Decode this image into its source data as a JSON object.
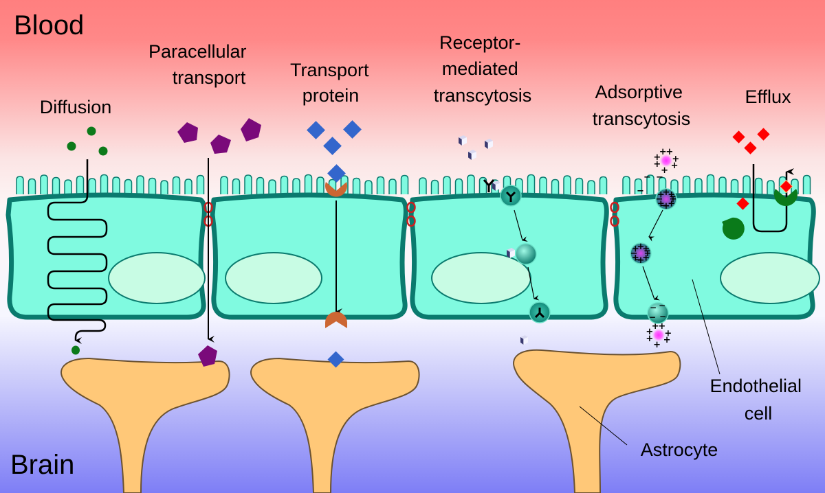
{
  "title": "Blood-brain barrier transport mechanisms",
  "regions": {
    "top": "Blood",
    "bottom": "Brain"
  },
  "mechanisms": [
    {
      "id": "diffusion",
      "label_lines": [
        "Diffusion"
      ],
      "molecule": "green-circle"
    },
    {
      "id": "paracellular",
      "label_lines": [
        "Paracellular",
        "transport"
      ],
      "molecule": "purple-pentagon"
    },
    {
      "id": "transport-protein",
      "label_lines": [
        "Transport",
        "protein"
      ],
      "molecule": "blue-diamond"
    },
    {
      "id": "receptor-mediated",
      "label_lines": [
        "Receptor-",
        "mediated",
        "transcytosis"
      ],
      "molecule": "navy-cube"
    },
    {
      "id": "adsorptive",
      "label_lines": [
        "Adsorptive",
        "transcytosis"
      ],
      "molecule": "magenta-charged-particle"
    },
    {
      "id": "efflux",
      "label_lines": [
        "Efflux"
      ],
      "molecule": "red-diamond"
    }
  ],
  "callouts": {
    "endothelial": [
      "Endothelial",
      "cell"
    ],
    "astrocyte": "Astrocyte"
  },
  "charges": {
    "plus": "+",
    "minus": "−"
  },
  "colors": {
    "blood": "#ff8080",
    "brain": "#8080f8",
    "cell_fill": "#80fae0",
    "cell_border": "#0a7a6e",
    "nucleus": "#c8fce4",
    "astrocyte": "#ffc878",
    "astrocyte_border": "#6b5230",
    "tight_junction": "#cc1f1f",
    "diffusion_molecule": "#0c7a1a",
    "paracellular_molecule": "#7a0a7a",
    "transport_molecule": "#3366cc",
    "transporter": "#cc6633",
    "efflux_molecule": "#ff0000",
    "efflux_pump": "#0a7a1a",
    "cube": "#3a3a70",
    "charged_particle": "#ff30ff"
  }
}
